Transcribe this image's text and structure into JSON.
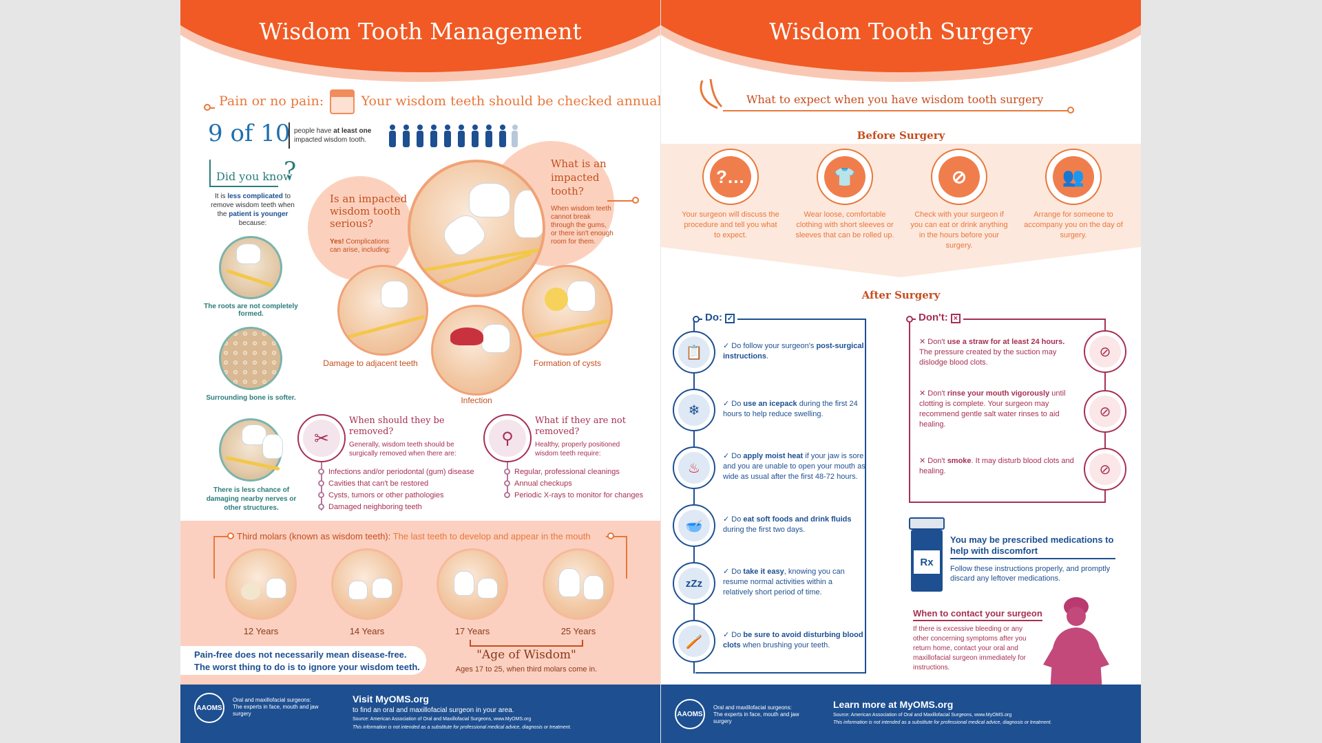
{
  "left": {
    "title": "Wisdom Tooth Management",
    "pain_label": "Pain or no pain:",
    "checked_text": "Your wisdom teeth should be checked annually.",
    "stat_number": "9 of 10",
    "stat_text_1": "people have",
    "stat_text_bold": "at least one",
    "stat_text_2": "impacted wisdom tooth.",
    "did_you_know": "Did you know",
    "dyk_line1": "It is",
    "dyk_bold1": "less complicated",
    "dyk_line2": "to remove wisdom",
    "dyk_line3": "teeth when the",
    "dyk_bold2": "patient",
    "dyk_bold3": "is younger",
    "dyk_line4": "because:",
    "reason1": "The roots are not completely formed.",
    "reason2": "Surrounding bone is softer.",
    "reason3": "There is less chance of damaging nearby nerves or other structures.",
    "serious_title": "Is an impacted wisdom tooth serious?",
    "serious_yes": "Yes!",
    "serious_text": "Complications can arise, including:",
    "impacted_title": "What is an impacted tooth?",
    "impacted_text": "When wisdom teeth cannot break through the gums, or there isn't enough room for them.",
    "damage_label": "Damage to adjacent teeth",
    "infection_label": "Infection",
    "cysts_label": "Formation of cysts",
    "when_title": "When should they be removed?",
    "when_text": "Generally, wisdom teeth should be surgically removed when there are:",
    "when_items": [
      "Infections and/or periodontal (gum) disease",
      "Cavities that can't be restored",
      "Cysts, tumors or other pathologies",
      "Damaged neighboring teeth"
    ],
    "notremoved_title": "What if they are not removed?",
    "notremoved_text": "Healthy, properly positioned wisdom teeth require:",
    "notremoved_items": [
      "Regular, professional cleanings",
      "Annual checkups",
      "Periodic X-rays to monitor for changes"
    ],
    "molars_title_bold": "Third molars (known as wisdom teeth):",
    "molars_title_rest": "The last teeth to develop and appear in the mouth",
    "ages": [
      "12 Years",
      "14 Years",
      "17 Years",
      "25 Years"
    ],
    "painfree_1": "Pain-free does not necessarily mean disease-free.",
    "painfree_2": "The worst thing to do is to ignore your wisdom teeth.",
    "age_wisdom": "\"Age of Wisdom\"",
    "age_wisdom_sub": "Ages 17 to 25, when third molars come in.",
    "footer_logo": "AAOMS",
    "footer_tagline": "Oral and maxillofacial surgeons: The experts in face, mouth and jaw surgery",
    "footer_visit": "Visit MyOMS.org",
    "footer_visit_sub": "to find an oral and maxillofacial surgeon in your area.",
    "footer_source": "Source: American Association of Oral and Maxillofacial Surgeons, www.MyOMS.org",
    "footer_disclaimer": "This information is not intended as a substitute for professional medical advice, diagnosis or treatment."
  },
  "right": {
    "title": "Wisdom Tooth Surgery",
    "expect": "What to expect when you have wisdom tooth surgery",
    "before": "Before Surgery",
    "before_items": [
      "Your surgeon will discuss the procedure and tell you what to expect.",
      "Wear loose, comfortable clothing with short sleeves or sleeves that can be rolled up.",
      "Check with your surgeon if you can eat or drink anything in the hours before your surgery.",
      "Arrange for someone to accompany you on the day of surgery."
    ],
    "after": "After Surgery",
    "do_label": "Do:",
    "dont_label": "Don't:",
    "do_items": [
      {
        "pre": "Do follow your surgeon's",
        "bold": "post-surgical instructions",
        "post": "."
      },
      {
        "pre": "Do",
        "bold": "use an icepack",
        "post": "during the first 24 hours to help reduce swelling."
      },
      {
        "pre": "Do",
        "bold": "apply moist heat",
        "post": "if your jaw is sore and you are unable to open your mouth as wide as usual after the first 48-72 hours."
      },
      {
        "pre": "Do",
        "bold": "eat soft foods and drink fluids",
        "post": "during the first two days."
      },
      {
        "pre": "Do",
        "bold": "take it easy",
        "post": ", knowing you can resume normal activities within a relatively short period of time."
      },
      {
        "pre": "Do",
        "bold": "be sure to avoid disturbing blood clots",
        "post": "when brushing your teeth."
      }
    ],
    "dont_items": [
      {
        "pre": "Don't",
        "bold": "use a straw for at least 24 hours.",
        "post": "The pressure created by the suction may dislodge blood clots."
      },
      {
        "pre": "Don't",
        "bold": "rinse your mouth vigorously",
        "post": "until clotting is complete. Your surgeon may recommend gentle salt water rinses to aid healing."
      },
      {
        "pre": "Don't",
        "bold": "smoke",
        "post": ". It may disturb blood clots and healing."
      }
    ],
    "rx_label": "Rx",
    "med_title": "You may be prescribed medications to help with discomfort",
    "med_text": "Follow these instructions properly, and promptly discard any leftover medications.",
    "contact_title": "When to contact your surgeon",
    "contact_text": "If there is excessive bleeding or any other concerning symptoms after you return home, contact your oral and maxillofacial surgeon immediately for instructions.",
    "footer_logo": "AAOMS",
    "footer_tagline": "Oral and maxillofacial surgeons: The experts in face, mouth and jaw surgery",
    "footer_learn": "Learn more at MyOMS.org",
    "footer_source": "Source: American Association of Oral and Maxillofacial Surgeons, www.MyOMS.org",
    "footer_disclaimer": "This information is not intended as a substitute for professional medical advice, diagnosis or treatment."
  }
}
